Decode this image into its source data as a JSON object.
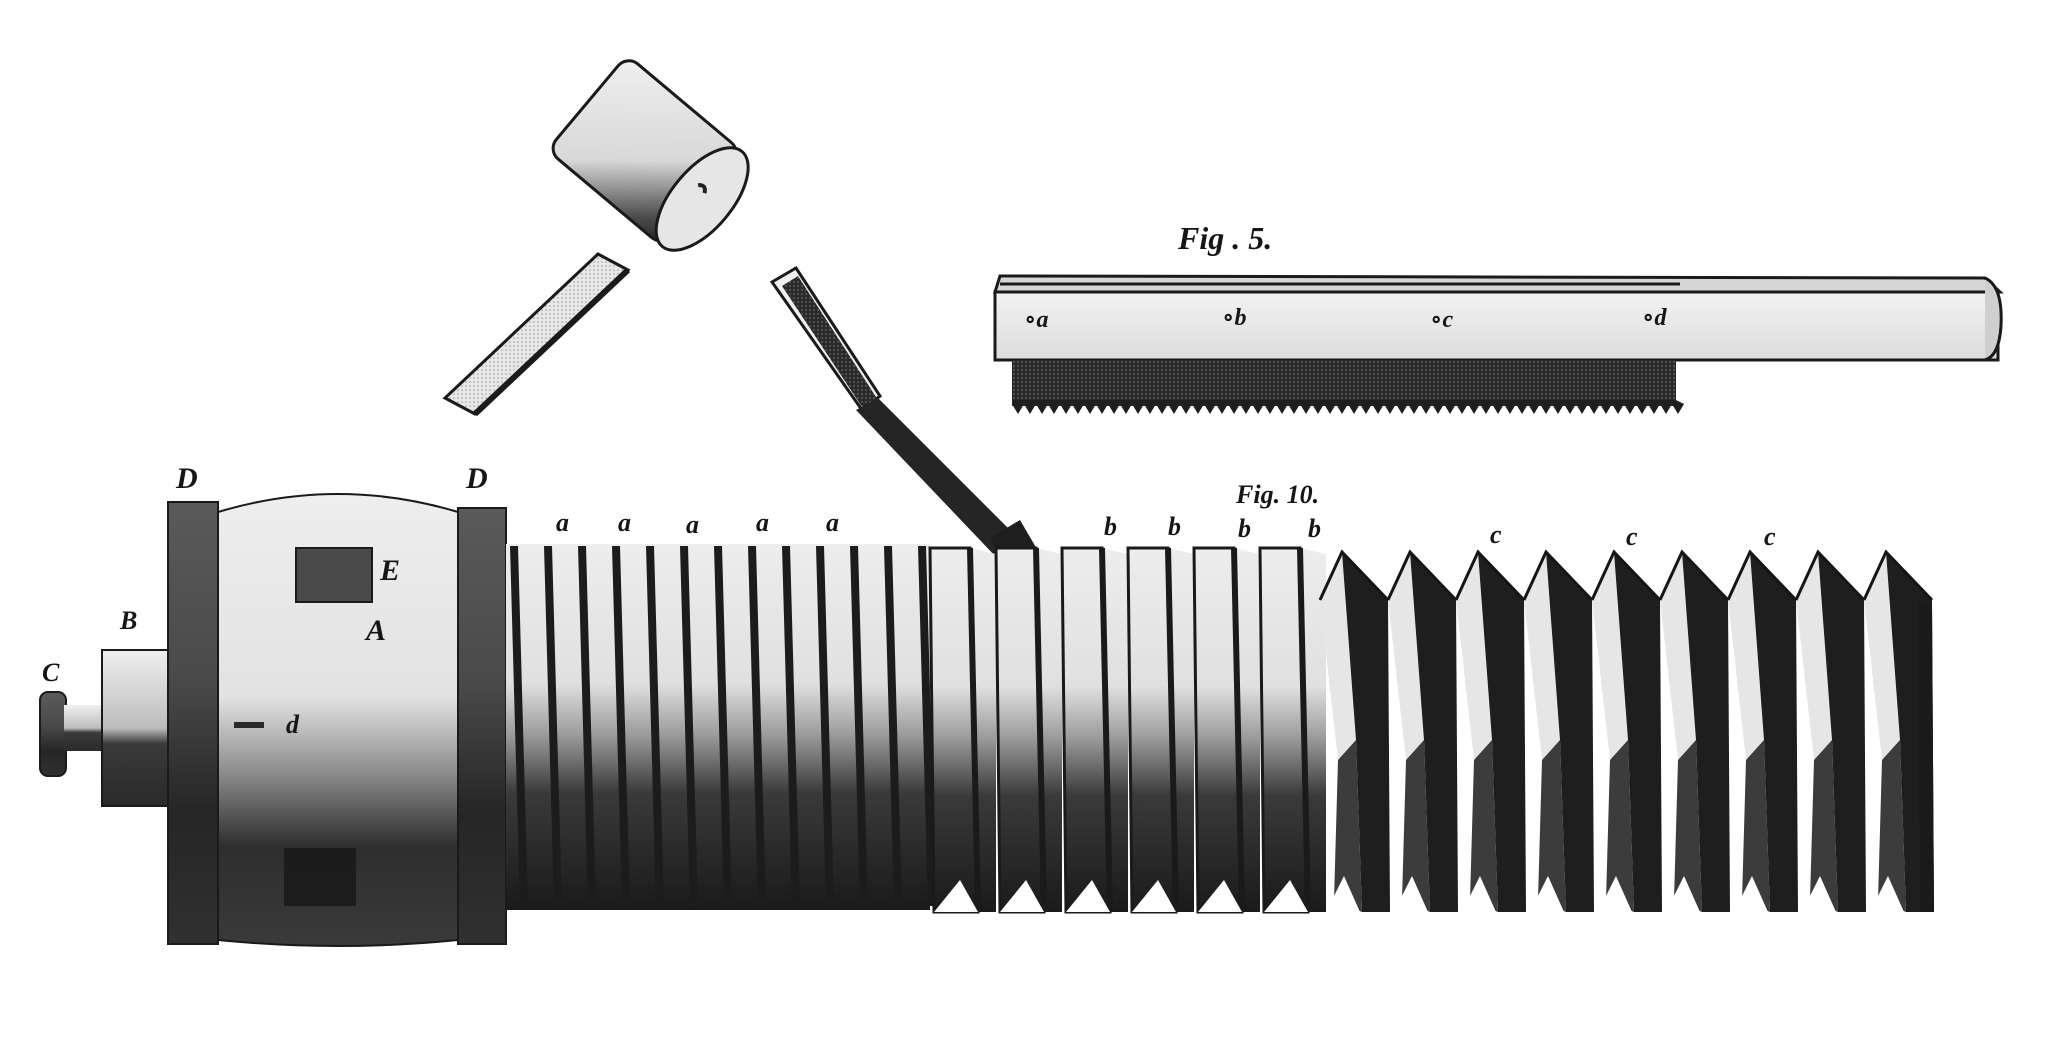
{
  "plate": {
    "description": "Engraved technical plate: screw-cutting on a lathe mandrel with mallet, chisel and toothed chaser (Fig. 5), threaded cylinder (Fig. 10)",
    "ink_color": "#161616",
    "paper_color": "#ffffff",
    "mid_tone": "#bdbdbd",
    "light_tone": "#e4e4e4"
  },
  "fig5": {
    "caption": "Fig . 5.",
    "object": "toothed-chaser-bar",
    "marks": [
      {
        "symbol": "∘",
        "label": "a"
      },
      {
        "symbol": "∘",
        "label": "b"
      },
      {
        "symbol": "∘",
        "label": "c"
      },
      {
        "symbol": "∘",
        "label": "d"
      }
    ]
  },
  "fig10": {
    "caption": "Fig. 10.",
    "headstock_labels": {
      "D_left": "D",
      "D_right": "D",
      "E": "E",
      "A": "A",
      "B": "B",
      "C": "C",
      "d": "d"
    },
    "thread_labels": {
      "a": [
        "a",
        "a",
        "a",
        "a",
        "a"
      ],
      "b": [
        "b",
        "b",
        "b",
        "b"
      ],
      "c": [
        "c",
        "c",
        "c"
      ]
    }
  },
  "tools": {
    "mallet": "mallet",
    "chisel": "chisel"
  }
}
